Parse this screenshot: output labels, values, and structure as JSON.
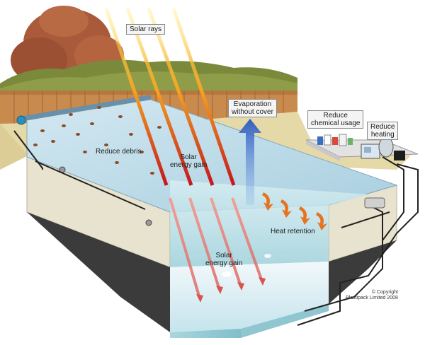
{
  "labels": {
    "solar_rays": "Solar rays",
    "evaporation_line1": "Evaporation",
    "evaporation_line2": "without cover",
    "reduce_chemical_line1": "Reduce",
    "reduce_chemical_line2": "chemical usage",
    "reduce_heating_line1": "Reduce",
    "reduce_heating_line2": "heating",
    "reduce_debris": "Reduce debris",
    "solar_gain_top_line1": "Solar",
    "solar_gain_top_line2": "energy gain",
    "heat_retention": "Heat retention",
    "solar_gain_bottom_line1": "Solar",
    "solar_gain_bottom_line2": "energy gain"
  },
  "copyright": {
    "line1": "© Copyright",
    "line2": "Plastipack Limited 2008"
  },
  "colors": {
    "water": "#bfe3ea",
    "pool_wall": "#e8e3cf",
    "cover": "#b9d8e6",
    "fence": "#c98a4e",
    "tree": "#a85a3a",
    "hedge": "#7a8a3a",
    "arrow_blue": "#3a66c9",
    "heat_arrow": "#e8731f"
  }
}
